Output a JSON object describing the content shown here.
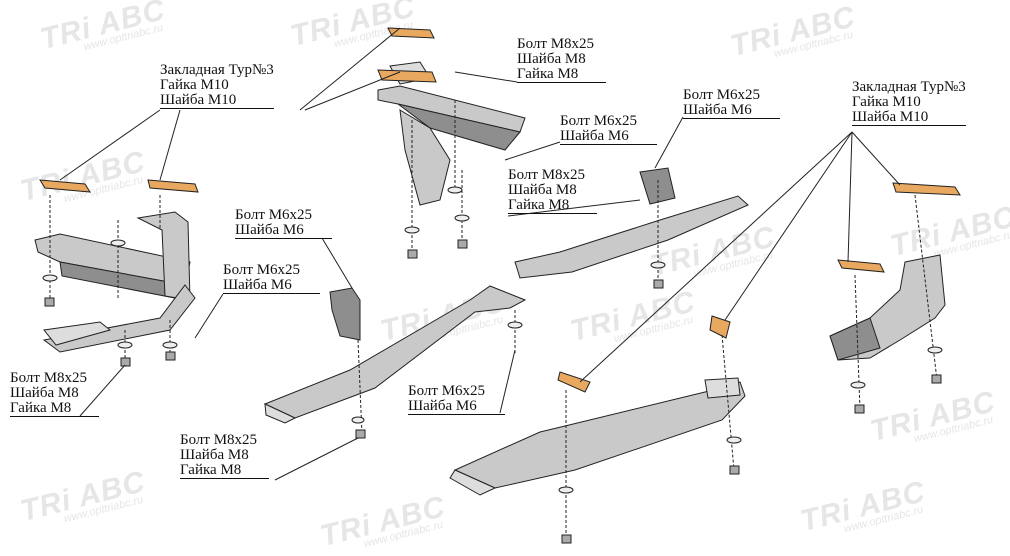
{
  "watermark": {
    "logo": "TRi ABC",
    "url": "www.opttriabc.ru"
  },
  "callouts": [
    {
      "lines": [
        "Закладная Тур№3",
        "Гайка М10",
        "Шайба М10"
      ]
    },
    {
      "lines": [
        "Болт М8х25",
        "Шайба М8",
        "Гайка М8"
      ]
    },
    {
      "lines": [
        "Болт М6х25",
        "Шайба М6"
      ]
    },
    {
      "lines": [
        "Болт М6х25",
        "Шайба М6"
      ]
    },
    {
      "lines": [
        "Закладная Тур№3",
        "Гайка М10",
        "Шайба М10"
      ]
    },
    {
      "lines": [
        "Болт М8х25",
        "Шайба М8",
        "Гайка М8"
      ]
    },
    {
      "lines": [
        "Болт М6х25",
        "Шайба М6"
      ]
    },
    {
      "lines": [
        "Болт М6х25",
        "Шайба М6"
      ]
    },
    {
      "lines": [
        "Болт М8х25",
        "Шайба М8",
        "Гайка М8"
      ]
    },
    {
      "lines": [
        "Болт М6х25",
        "Шайба М6"
      ]
    },
    {
      "lines": [
        "Болт М8х25",
        "Шайба М8",
        "Гайка М8"
      ]
    }
  ],
  "colors": {
    "metal": "#c9c9c9",
    "metal_dark": "#8e8e8e",
    "bracket": "#e8a860",
    "outline": "#222222"
  }
}
